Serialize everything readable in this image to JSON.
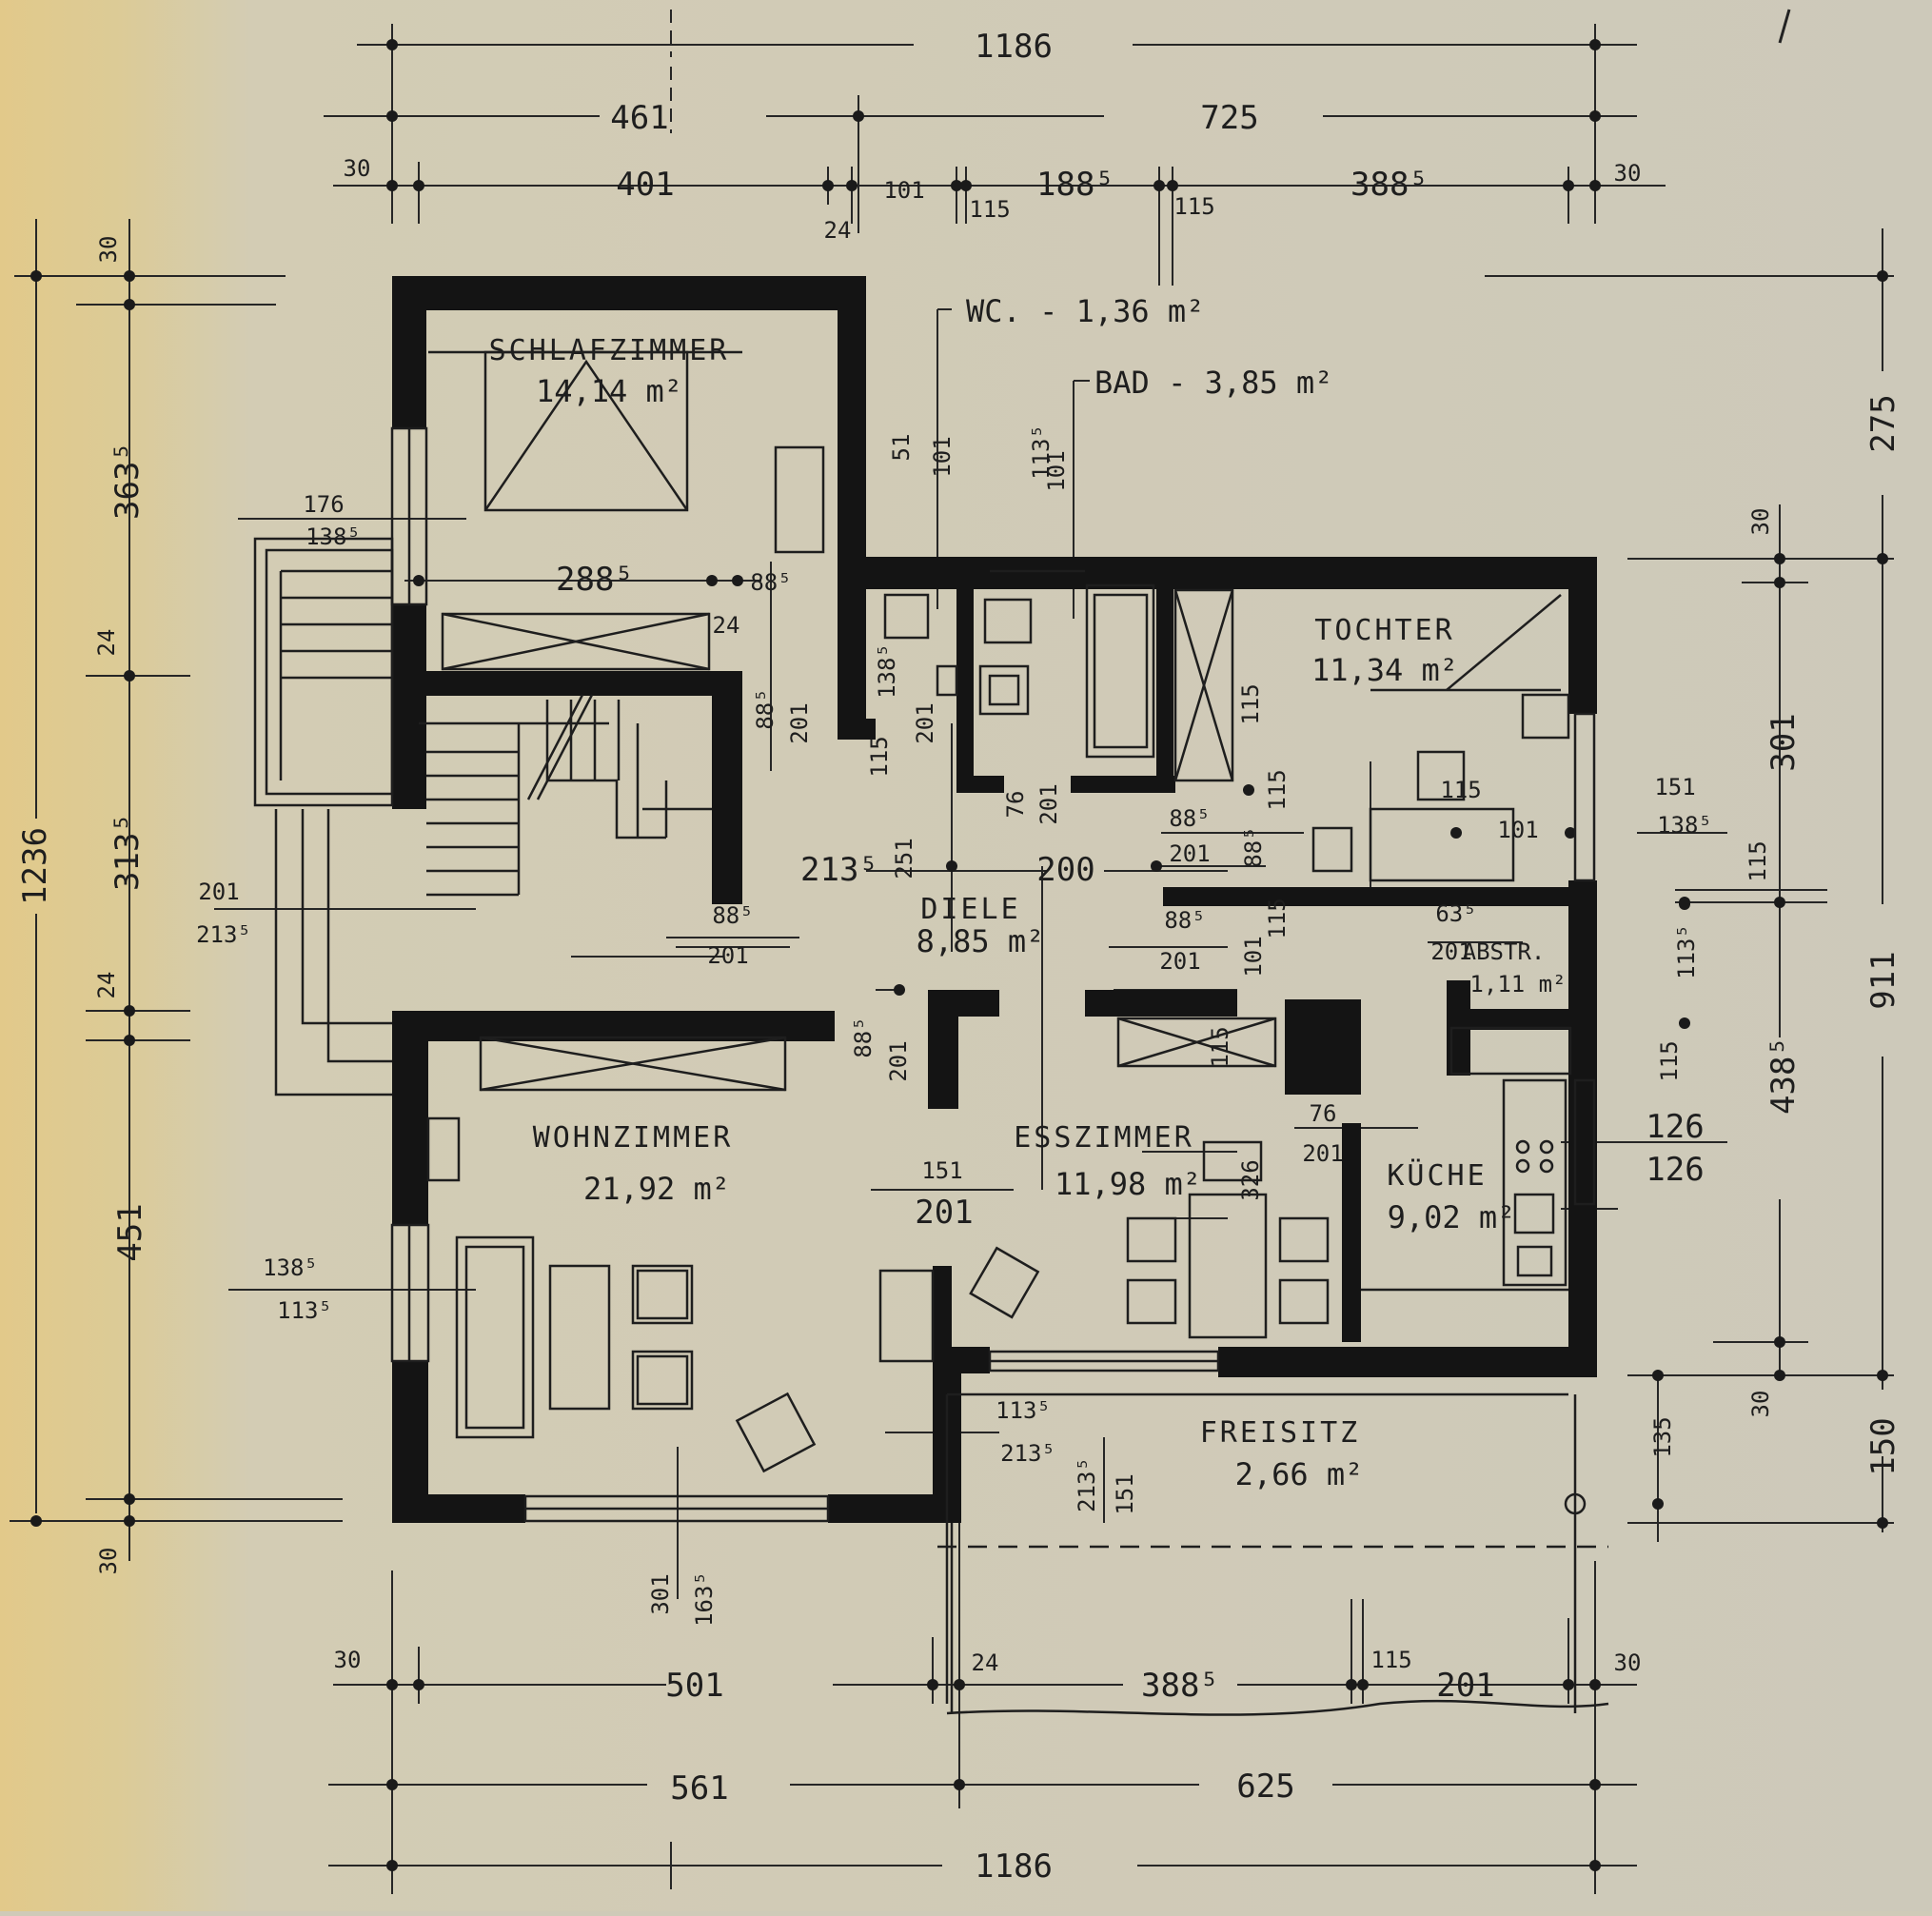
{
  "plan": {
    "overall": {
      "top": "1186",
      "bottom": "1186",
      "left": "1236",
      "right": "911"
    },
    "top_dims": [
      "461",
      "725",
      "30",
      "401",
      "24",
      "101",
      "115",
      "188⁵",
      "115",
      "388⁵",
      "30"
    ],
    "left_dims": [
      "30",
      "363⁵",
      "24",
      "313⁵",
      "24",
      "451",
      "30"
    ],
    "right_dims": [
      "275",
      "30",
      "301",
      "115",
      "438⁵",
      "30",
      "150",
      "135"
    ],
    "bottom_dims": [
      "30",
      "501",
      "24",
      "388⁵",
      "115",
      "201",
      "30",
      "561",
      "625"
    ],
    "rooms": {
      "schlafzimmer": {
        "name": "SCHLAFZIMMER",
        "area": "14,14 m²"
      },
      "tochter": {
        "name": "TOCHTER",
        "area": "11,34 m²"
      },
      "diele": {
        "name": "DIELE",
        "area": "8,85 m²"
      },
      "wohnzimmer": {
        "name": "WOHNZIMMER",
        "area": "21,92 m²"
      },
      "esszimmer": {
        "name": "ESSZIMMER",
        "area": "11,98 m²"
      },
      "kueche": {
        "name": "KÜCHE",
        "area": "9,02 m²"
      },
      "freisitz": {
        "name": "FREISITZ",
        "area": "2,66 m²"
      },
      "abstellraum": {
        "name": "ABSTR.",
        "area": "1,11 m²"
      }
    },
    "labels": {
      "wc": "WC. - 1,36 m²",
      "bad": "BAD - 3,85 m²"
    },
    "openings": {
      "bed_window": {
        "top": "176",
        "bottom": "138⁵"
      },
      "stair_window": {
        "top": "201",
        "bottom": "213⁵"
      },
      "living_window": {
        "top": "138⁵",
        "bottom": "113⁵"
      },
      "living_door": {
        "top": "301",
        "bottom": "163⁵"
      },
      "bed_width": "288⁵",
      "bed_door": "88⁵",
      "bed_wall": "24",
      "stair_door": {
        "top": "88⁵",
        "bottom": "201"
      },
      "wc_h": {
        "top": "51",
        "bottom": "101"
      },
      "bad_h": {
        "top": "113⁵",
        "bottom": "101"
      },
      "wc_door": {
        "top": "138⁵",
        "bottom": "201"
      },
      "wc_door2": "115",
      "bad_door": {
        "top": "76",
        "bottom": "201"
      },
      "diele_w": "213⁵",
      "diele_h": "251",
      "diele_w2": "200",
      "tochter_door": {
        "top": "88⁵",
        "bottom": "201"
      },
      "tochter_door_v": "88⁵",
      "tochter_115": "115",
      "tochter_win": {
        "top": "151",
        "bottom": "138⁵"
      },
      "tochter_inner": {
        "top": "115",
        "bottom": "101"
      },
      "ess_door": {
        "top": "88⁵",
        "bottom": "201"
      },
      "ess_door_v": {
        "top": "101",
        "bottom": "115"
      },
      "kuche_door": {
        "top": "88⁵",
        "bottom": "201"
      },
      "abstr_door": {
        "top": "63⁵",
        "bottom": "201"
      },
      "abstr_v": "113⁵",
      "diele_wall": {
        "top": "88⁵",
        "bottom": "201"
      },
      "ess_win": {
        "top": "151",
        "bottom": "201"
      },
      "ess_win2": "326",
      "ess_door2": {
        "top": "76",
        "bottom": "201"
      },
      "kuche_win": {
        "top": "126",
        "bottom": "126"
      },
      "kuche_v": "115",
      "freisitz_door": {
        "top": "113⁵",
        "bottom": "213⁵"
      },
      "freisitz_v": {
        "top": "213⁵",
        "bottom": "151"
      },
      "bad_115": "115"
    }
  }
}
